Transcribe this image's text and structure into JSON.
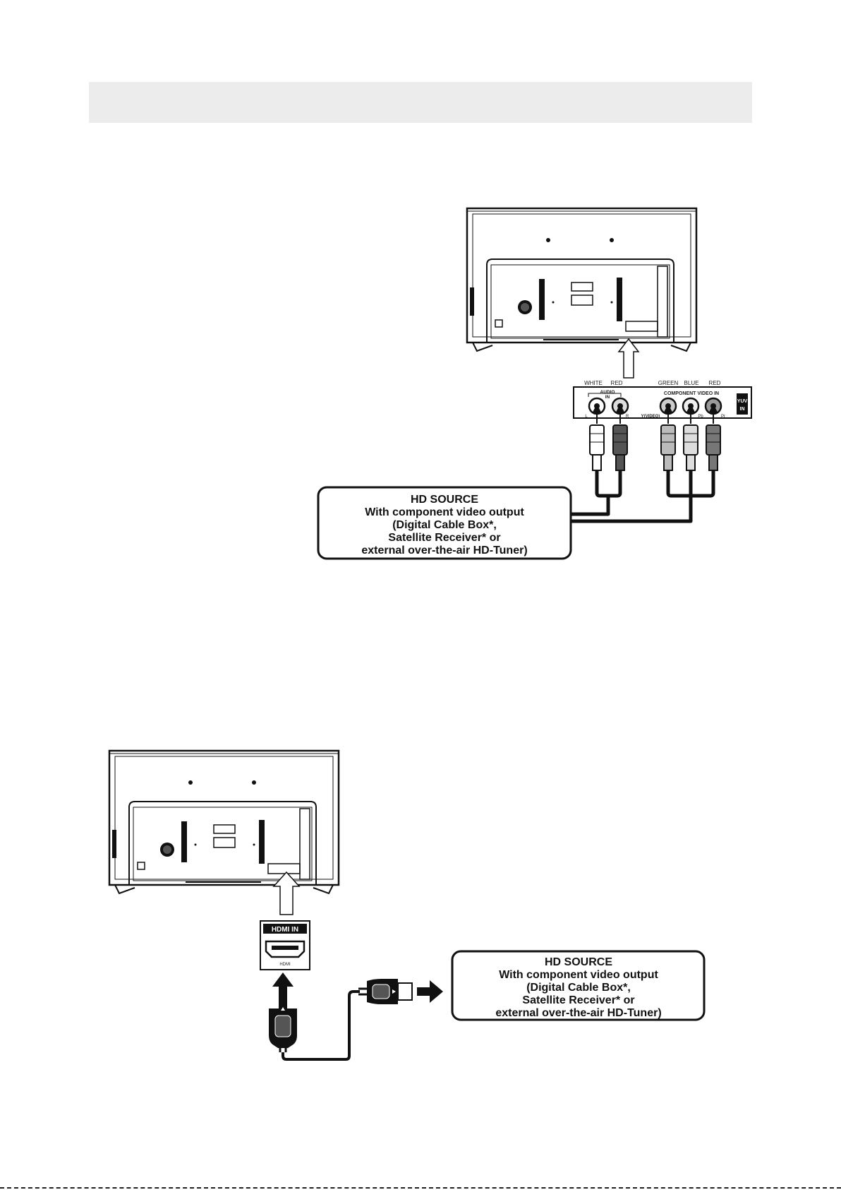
{
  "component_panel": {
    "white": "WHITE",
    "red": "RED",
    "green": "GREEN",
    "blue": "BLUE",
    "red2": "RED",
    "audio_in": "AUDIO",
    "audio_in2": "IN",
    "component_video_in": "COMPONENT VIDEO IN",
    "l": "L",
    "r": "R",
    "y_video": "Y(VIDEO)",
    "pb": "Pb",
    "pr": "Pr",
    "yuv_in_1": "YUV",
    "yuv_in_2": "IN"
  },
  "hd_source_1": {
    "line1": "HD SOURCE",
    "line2": "With component video output",
    "line3": "(Digital Cable Box*,",
    "line4": "Satellite Receiver* or",
    "line5": "external over-the-air HD-Tuner)"
  },
  "hdmi_panel": {
    "header": "HDMI IN",
    "port_label": "HDMI"
  },
  "hd_source_2": {
    "line1": "HD SOURCE",
    "line2": "With component video output",
    "line3": "(Digital Cable Box*,",
    "line4": "Satellite Receiver* or",
    "line5": "external over-the-air HD-Tuner)"
  }
}
